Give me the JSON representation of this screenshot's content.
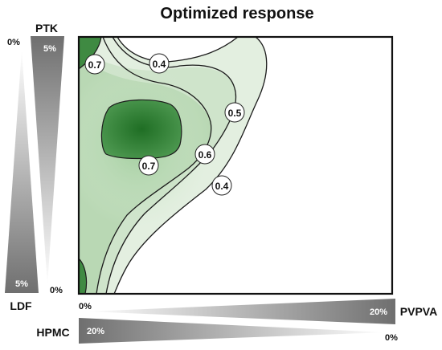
{
  "chart_data": {
    "type": "contour",
    "title": "Optimized response",
    "factors": {
      "PTK": {
        "name": "PTK",
        "min_label": "0%",
        "max_label": "5%"
      },
      "LDF": {
        "name": "LDF",
        "min_label": "0%",
        "max_label": "5%"
      },
      "PVPVA": {
        "name": "PVPVA",
        "min_label": "0%",
        "max_label": "20%"
      },
      "HPMC": {
        "name": "HPMC",
        "min_label": "0%",
        "max_label": "20%"
      }
    },
    "contour_levels": [
      {
        "label": "0.7"
      },
      {
        "label": "0.4"
      },
      {
        "label": "0.5"
      },
      {
        "label": "0.6"
      },
      {
        "label": "0.7"
      },
      {
        "label": "0.4"
      }
    ],
    "colors": {
      "high": "#2f7d32",
      "mid": "#a9cfa4",
      "low": "#e3efe0"
    }
  }
}
